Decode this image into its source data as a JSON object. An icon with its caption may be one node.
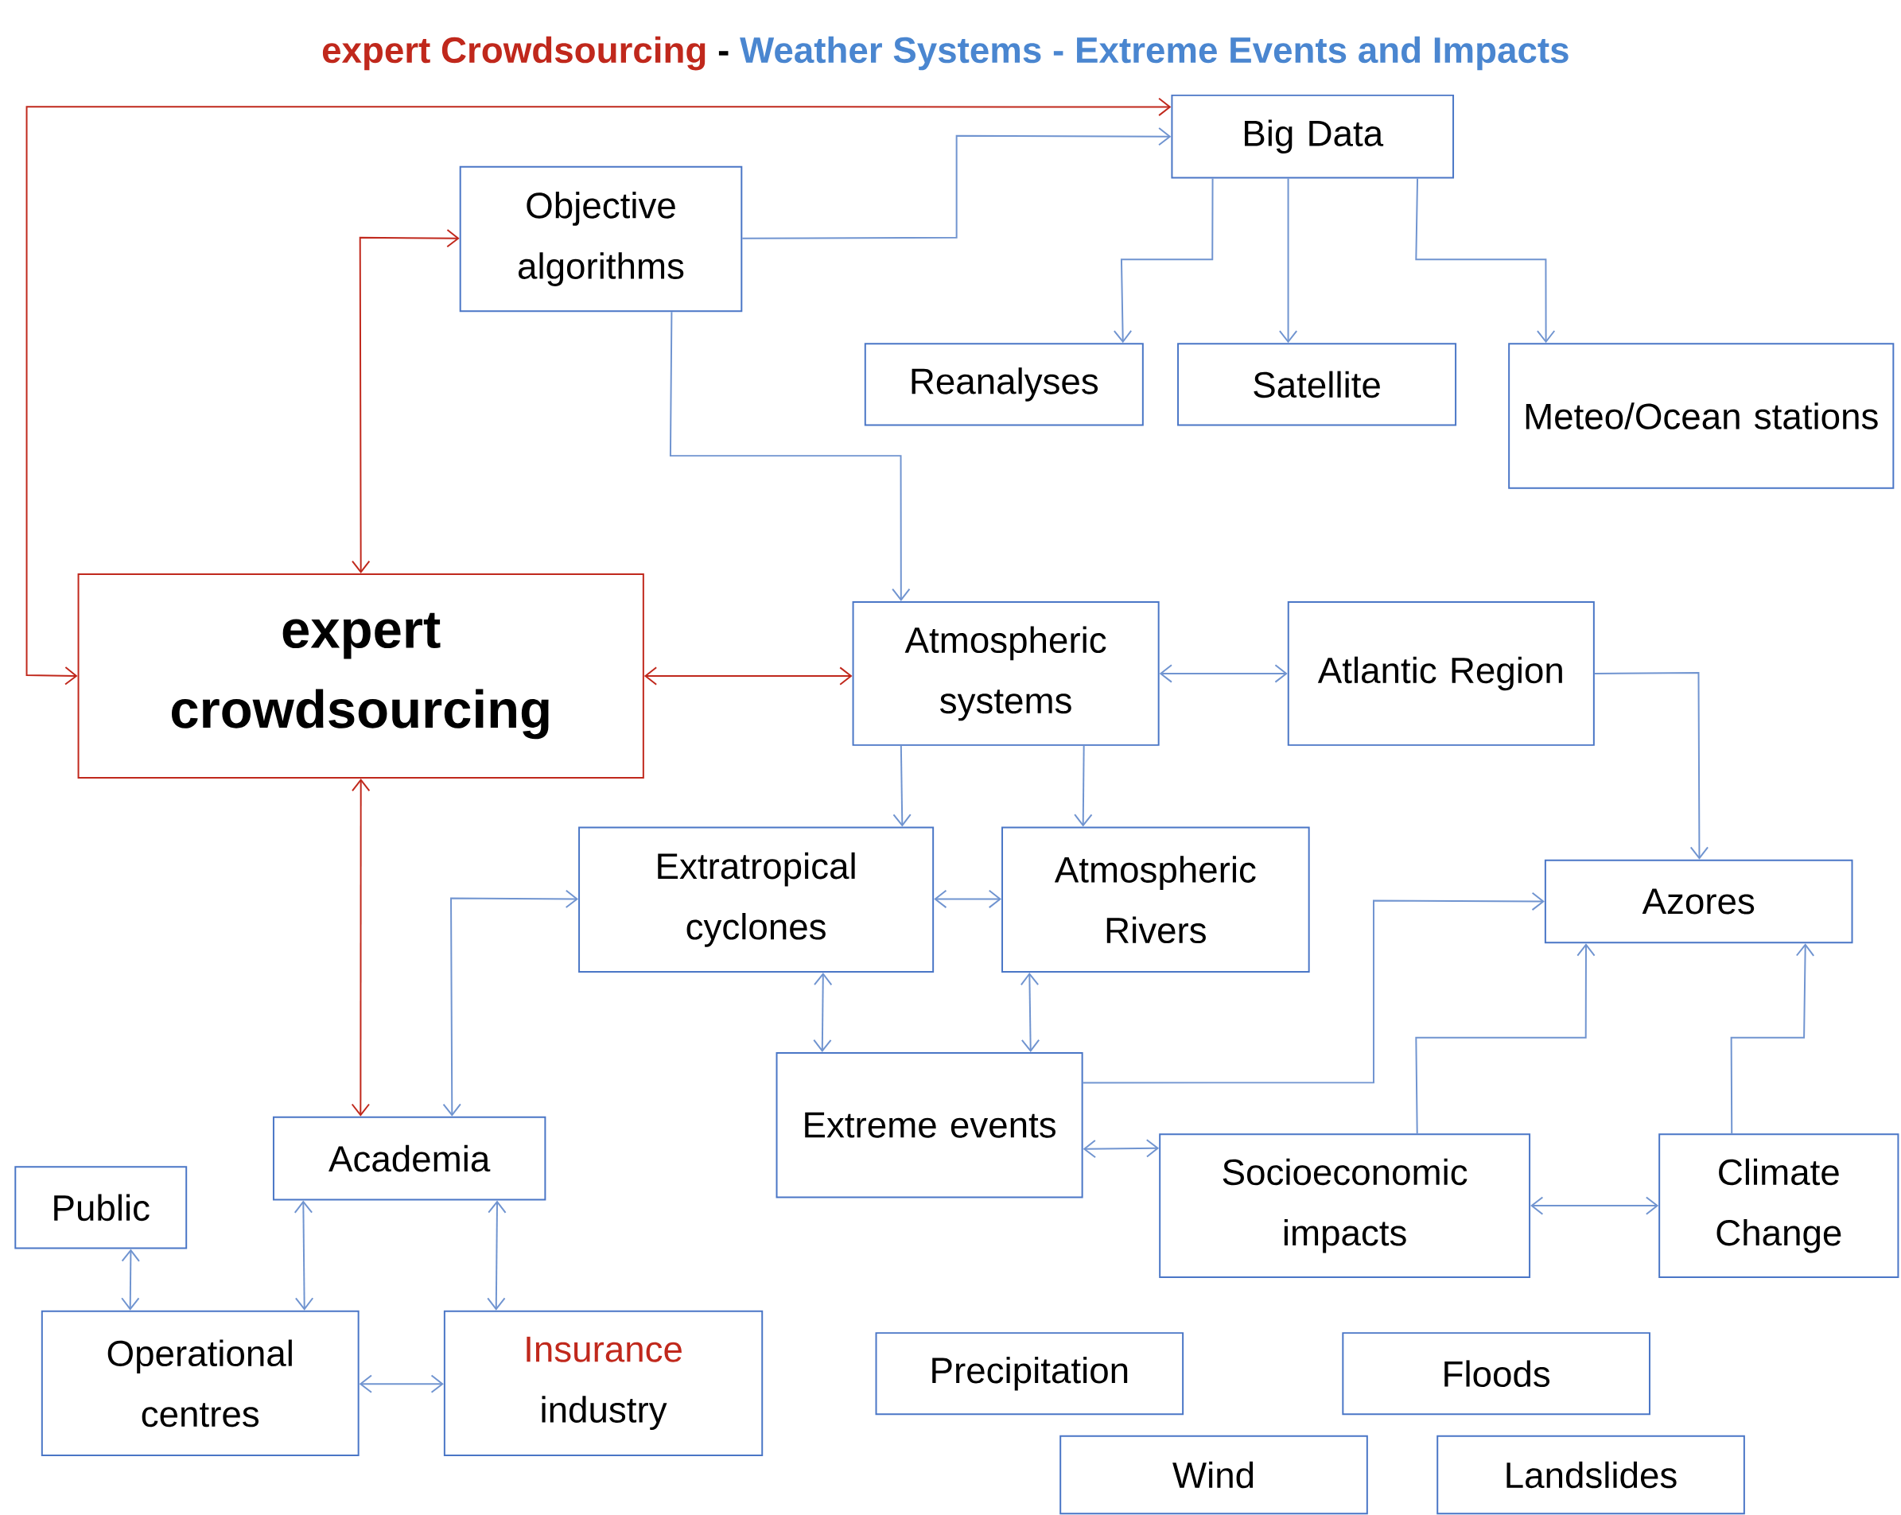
{
  "diagram": {
    "nodes": [
      {
        "text": [
          "Big Data"
        ]
      },
      {
        "text": [
          "Objective algorithms"
        ]
      },
      {
        "text": [
          "Reanalyses"
        ]
      },
      {
        "text": [
          "Satellite"
        ]
      },
      {
        "text": [
          "Meteo/Ocean stations"
        ]
      },
      {
        "text": [
          "expert crowdsourcing"
        ]
      },
      {
        "text": [
          "Atmospheric systems"
        ]
      },
      {
        "text": [
          "Atlantic Region"
        ]
      },
      {
        "text": [
          "Extratropical cyclones"
        ]
      },
      {
        "text": [
          "Atmospheric Rivers"
        ]
      },
      {
        "text": [
          "Azores"
        ]
      },
      {
        "text": [
          "Extreme events"
        ]
      },
      {
        "text": [
          "Academia"
        ]
      },
      {
        "text": [
          "Public"
        ]
      },
      {
        "text": [
          "Socioeconomic impacts"
        ]
      },
      {
        "text": [
          "Climate Change"
        ]
      },
      {
        "text": [
          "Operational centres"
        ]
      },
      {
        "text": [
          "Insurance",
          "industry"
        ]
      },
      {
        "text": [
          "Precipitation"
        ]
      },
      {
        "text": [
          "Floods"
        ]
      },
      {
        "text": [
          "Wind"
        ]
      },
      {
        "text": [
          "Landslides"
        ]
      }
    ],
    "edges": [
      {
        "from": 5,
        "to": 0,
        "arrow": "both",
        "color": "#c0281c"
      },
      {
        "from": 5,
        "to": 1,
        "arrow": "both",
        "color": "#c0281c"
      },
      {
        "from": 5,
        "to": 6,
        "arrow": "both",
        "color": "#c0281c"
      },
      {
        "from": 5,
        "to": 12,
        "arrow": "both",
        "color": "#c0281c"
      },
      {
        "from": 1,
        "to": 0,
        "arrow": "to"
      },
      {
        "from": 0,
        "to": 2,
        "arrow": "to"
      },
      {
        "from": 0,
        "to": 3,
        "arrow": "to"
      },
      {
        "from": 0,
        "to": 4,
        "arrow": "to"
      },
      {
        "from": 1,
        "to": 6,
        "arrow": "to"
      },
      {
        "from": 6,
        "to": 7,
        "arrow": "both"
      },
      {
        "from": 6,
        "to": 8,
        "arrow": "to"
      },
      {
        "from": 6,
        "to": 9,
        "arrow": "to"
      },
      {
        "from": 7,
        "to": 10,
        "arrow": "to"
      },
      {
        "from": 8,
        "to": 9,
        "arrow": "both"
      },
      {
        "from": 12,
        "to": 8,
        "arrow": "both"
      },
      {
        "from": 8,
        "to": 11,
        "arrow": "both"
      },
      {
        "from": 9,
        "to": 11,
        "arrow": "both"
      },
      {
        "from": 11,
        "to": 10,
        "arrow": "to"
      },
      {
        "from": 11,
        "to": 14,
        "arrow": "both"
      },
      {
        "from": 14,
        "to": 10,
        "arrow": "to"
      },
      {
        "from": 14,
        "to": 15,
        "arrow": "both"
      },
      {
        "from": 15,
        "to": 10,
        "arrow": "to"
      },
      {
        "from": 13,
        "to": 16,
        "arrow": "both"
      },
      {
        "from": 12,
        "to": 16,
        "arrow": "both"
      },
      {
        "from": 12,
        "to": 17,
        "arrow": "both"
      },
      {
        "from": 16,
        "to": 17,
        "arrow": "both"
      }
    ],
    "labels": [
      "expert Crowdsourcing",
      "-",
      "Weather Systems - Extreme Events and Impacts"
    ]
  }
}
